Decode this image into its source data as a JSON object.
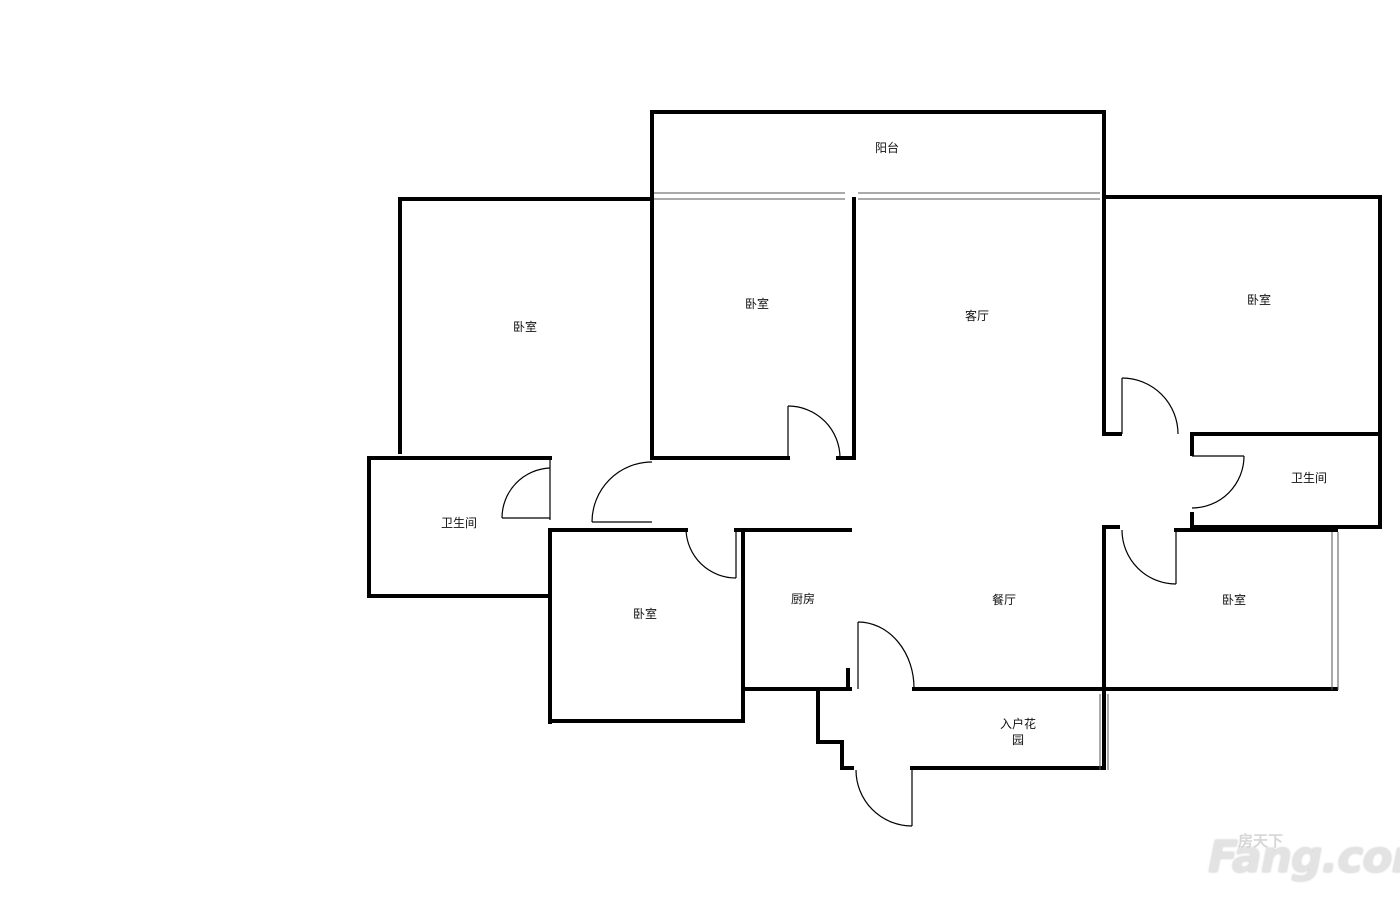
{
  "rooms": {
    "balcony": "阳台",
    "bedroom_west": "卧室",
    "bedroom_mid": "卧室",
    "living_room": "客厅",
    "bedroom_east": "卧室",
    "bathroom_west": "卫生间",
    "bathroom_east": "卫生间",
    "bedroom_southwest": "卧室",
    "kitchen": "厨房",
    "dining_room": "餐厅",
    "bedroom_southeast": "卧室",
    "entrance_garden": "入户花园"
  },
  "watermark": {
    "logo": "Fang.com",
    "sub": "房天下"
  }
}
